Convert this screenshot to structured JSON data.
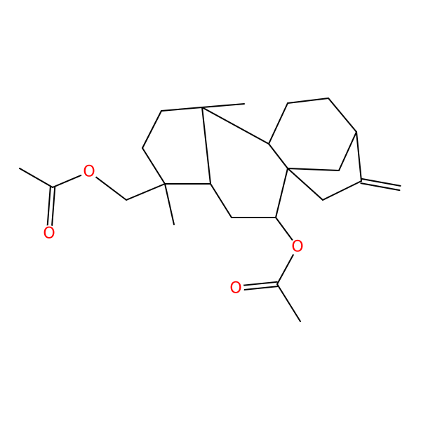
{
  "diagram": {
    "type": "skeletal-structure",
    "bond_color": "#000000",
    "heteroatom_color": "#FF0000",
    "atom_labels": {
      "o_ester_left": "O",
      "o_carbonyl_left": "O",
      "o_ester_right": "O",
      "o_carbonyl_right": "O"
    }
  }
}
